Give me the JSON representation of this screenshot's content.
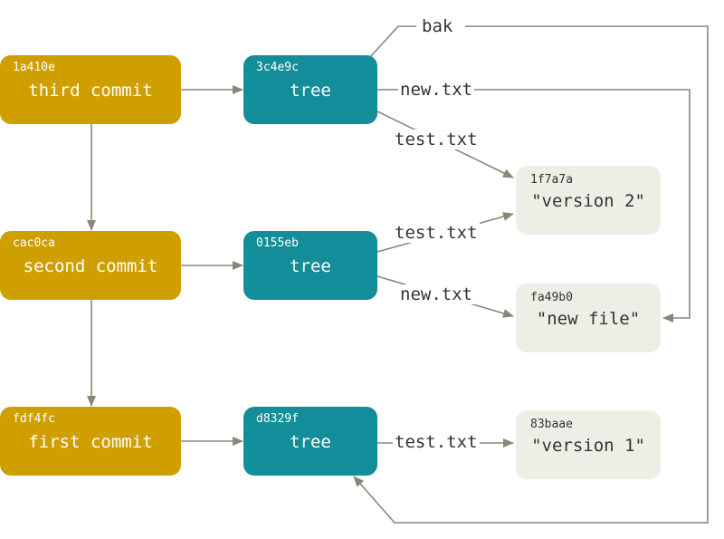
{
  "commits": [
    {
      "sha": "1a410e",
      "label": "third commit"
    },
    {
      "sha": "cac0ca",
      "label": "second commit"
    },
    {
      "sha": "fdf4fc",
      "label": "first commit"
    }
  ],
  "trees": [
    {
      "sha": "3c4e9c",
      "label": "tree"
    },
    {
      "sha": "0155eb",
      "label": "tree"
    },
    {
      "sha": "d8329f",
      "label": "tree"
    }
  ],
  "blobs": [
    {
      "sha": "1f7a7a",
      "label": "\"version 2\""
    },
    {
      "sha": "fa49b0",
      "label": "\"new file\""
    },
    {
      "sha": "83baae",
      "label": "\"version 1\""
    }
  ],
  "edge_labels": {
    "bak": "bak",
    "t1_new": "new.txt",
    "t1_test": "test.txt",
    "t2_test": "test.txt",
    "t2_new": "new.txt",
    "t3_test": "test.txt"
  },
  "colors": {
    "commit": "#cf9f00",
    "tree": "#138d99",
    "blob": "#efeee6",
    "line": "#8a8678"
  }
}
